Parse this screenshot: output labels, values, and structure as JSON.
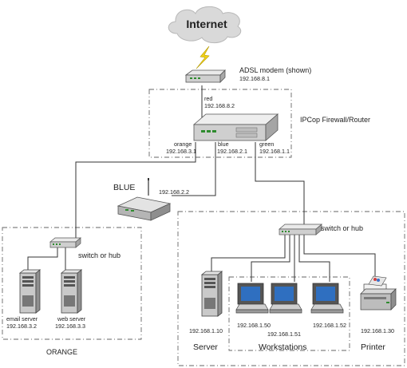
{
  "internet": {
    "label": "Internet"
  },
  "modem": {
    "label": "ADSL modem (shown)",
    "ip": "192.168.8.1"
  },
  "firewall": {
    "label": "IPCop Firewall/Router",
    "red_label": "red",
    "red_ip": "192.168.8.2",
    "orange_label": "orange",
    "orange_ip": "192.168.3.1",
    "blue_label": "blue",
    "blue_ip": "192.168.2.1",
    "green_label": "green",
    "green_ip": "192.168.1.1"
  },
  "blue_zone": {
    "label": "BLUE",
    "ap_ip": "192.168.2.2"
  },
  "orange_zone": {
    "label": "ORANGE",
    "switch_label": "switch or hub",
    "email_label": "email server",
    "email_ip": "192.168.3.2",
    "web_label": "web server",
    "web_ip": "192.168.3.3"
  },
  "green_zone": {
    "switch_label": "switch or hub",
    "server_ip": "192.168.1.10",
    "server_label": "Server",
    "ws1_ip": "192.168.1.50",
    "ws2_ip": "192.168.1.51",
    "ws3_ip": "192.168.1.52",
    "workstations_label": "Workstations",
    "printer_ip": "192.168.1.30",
    "printer_label": "Printer"
  },
  "colors": {
    "line": "#333333",
    "dashed": "#666666",
    "led_green": "#2e8b2e",
    "bolt": "#f2d21a"
  }
}
